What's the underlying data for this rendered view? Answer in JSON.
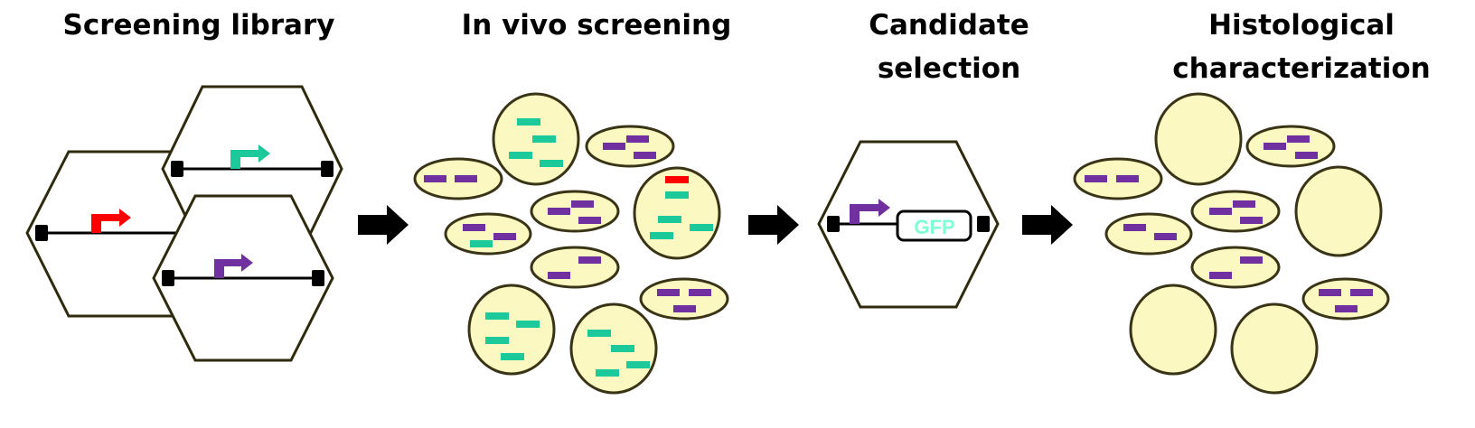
{
  "steps": [
    {
      "title": "Screening library"
    },
    {
      "title": "In vivo screening"
    },
    {
      "title_line1": "Candidate",
      "title_line2": "selection"
    },
    {
      "title_line1": "Histological",
      "title_line2": "characterization"
    }
  ],
  "reporter_label": "GFP",
  "colors": {
    "cell_fill": "#FCF8C2",
    "cell_stroke": "#3A3416",
    "hexagon_stroke": "#2F2A0E",
    "teal": "#1CC99A",
    "purple": "#7030A0",
    "red": "#FF0000",
    "arrow": "#000000"
  }
}
